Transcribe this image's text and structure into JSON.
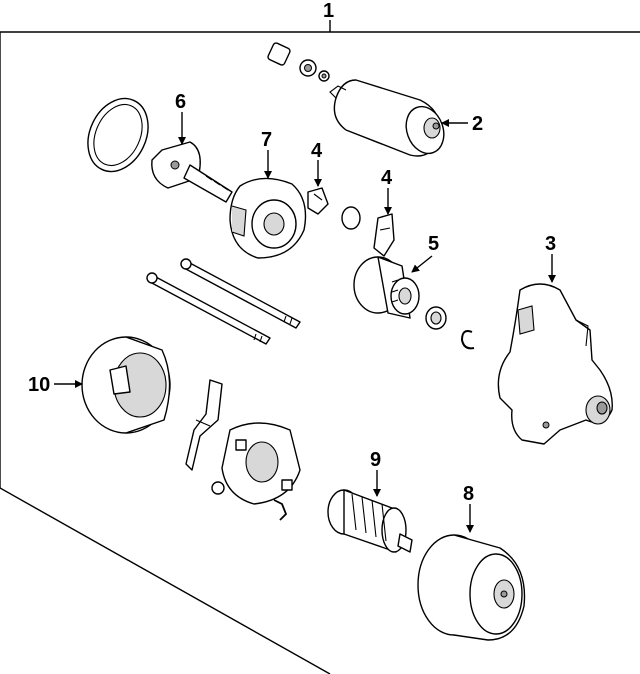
{
  "diagram": {
    "assembly_label": "1",
    "callouts": [
      {
        "id": "2",
        "label": "2"
      },
      {
        "id": "3",
        "label": "3"
      },
      {
        "id": "4a",
        "label": "4"
      },
      {
        "id": "4b",
        "label": "4"
      },
      {
        "id": "5",
        "label": "5"
      },
      {
        "id": "6",
        "label": "6"
      },
      {
        "id": "7",
        "label": "7"
      },
      {
        "id": "8",
        "label": "8"
      },
      {
        "id": "9",
        "label": "9"
      },
      {
        "id": "10",
        "label": "10"
      }
    ]
  }
}
